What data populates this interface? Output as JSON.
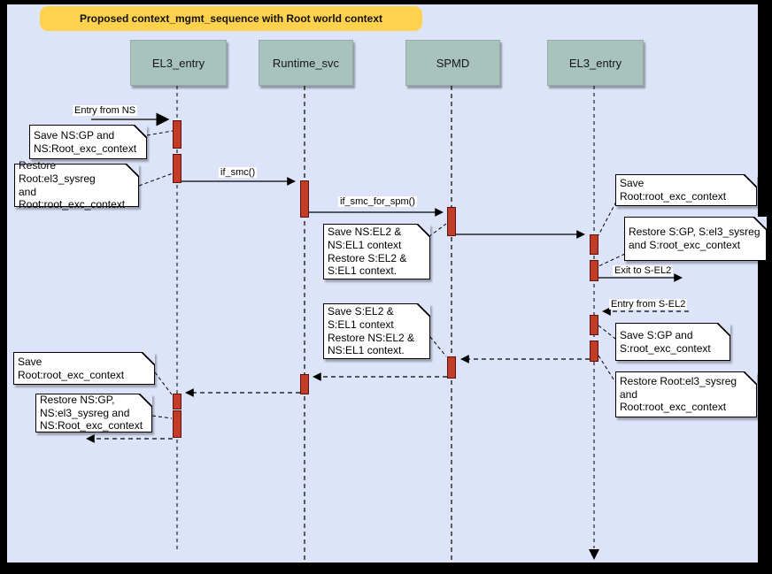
{
  "title": "Proposed context_mgmt_sequence with Root world context",
  "lifelines": [
    {
      "label": "EL3_entry"
    },
    {
      "label": "Runtime_svc"
    },
    {
      "label": "SPMD"
    },
    {
      "label": "EL3_entry"
    }
  ],
  "messages": {
    "entry_from_ns": "Entry from NS",
    "if_smc": "if_smc()",
    "if_smc_for_spm": "if_smc_for_spm()",
    "exit_to_sel2": "Exit to S-EL2",
    "entry_from_sel2": "Entry from S-EL2"
  },
  "notes": {
    "save_ns_gp": "Save NS:GP and\nNS:Root_exc_context",
    "restore_root_el3_left": "Restore Root:el3_sysreg\nand\nRoot:root_exc_context",
    "save_ns_el2": "Save NS:EL2 &\nNS:EL1 context\nRestore S:EL2 &\nS:EL1 context.",
    "save_root_right": "Save Root:root_exc_context",
    "restore_s_gp": "Restore S:GP, S:el3_sysreg\nand S:root_exc_context",
    "save_s_gp": "Save S:GP and\nS:root_exc_context",
    "restore_root_el3_right": "Restore Root:el3_sysreg\nand\nRoot:root_exc_context",
    "save_s_el2": "Save S:EL2 &\nS:EL1 context\nRestore NS:EL2 &\nNS:EL1 context.",
    "save_root_left": "Save Root:root_exc_context",
    "restore_ns_gp": "Restore NS:GP,\nNS:el3_sysreg and\nNS:Root_exc_context"
  },
  "colors": {
    "background": "#dde4fa",
    "frame": "#000000",
    "title_bg": "#ffd24e",
    "lifeline_header_bg": "#a8c3bd",
    "activation_fill": "#c23d28",
    "activation_border": "#5a120a",
    "note_bg": "#ffffff",
    "line": "#000000",
    "entry_line": "#555555"
  }
}
